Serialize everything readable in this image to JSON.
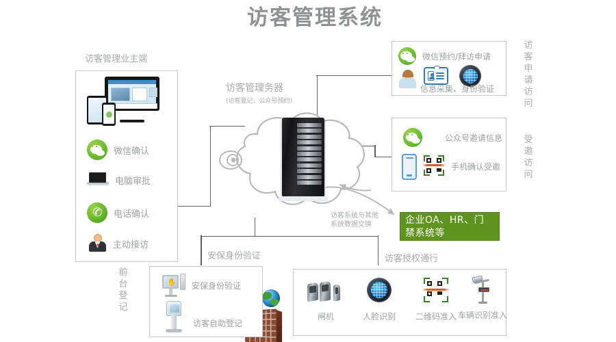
{
  "page": {
    "title": "访客管理系统",
    "background": "#ffffff",
    "title_color": "#8e9293",
    "accent_green": "#5f9420",
    "line_color": "#5a5f60"
  },
  "center": {
    "server_title": "访客管理务器",
    "server_subtitle": "(访客登记、公众号预约)",
    "server_icon": "server-rack-icon",
    "cloud_icon": "cloud-outline",
    "globe_icon": "globe-icon",
    "firewall_icon": "brick-firewall-icon",
    "swirl_icon": "radar-swirl-icon"
  },
  "owner_panel": {
    "caption": "访客管理业主端",
    "devices_icon": "monitor-tablet-phone-devices",
    "items": [
      {
        "label": "微信确认",
        "icon": "wechat-icon"
      },
      {
        "label": "电脑审批",
        "icon": "laptop-icon"
      },
      {
        "label": "电话确认",
        "icon": "green-phone-icon"
      },
      {
        "label": "主动接访",
        "icon": "person-suit-avatar-icon"
      }
    ]
  },
  "visitor_request_panel": {
    "vertical_caption": "访客申请访问",
    "rows": [
      {
        "label": "微信预约/拜访申请",
        "icon": "wechat-icon"
      },
      {
        "label": "信息采集、身份验证",
        "icon": "person-female-avatar-icon",
        "extra_icons": [
          "id-card-icon",
          "face-recognition-icon"
        ]
      }
    ]
  },
  "invited_panel": {
    "vertical_caption": "受邀访问",
    "rows": [
      {
        "label": "公众号邀请信息",
        "icon": "wechat-icon"
      },
      {
        "label": "手机确认受邀",
        "icon": "mobile-phone-icon",
        "extra_icons": [
          "qr-code-icon"
        ]
      }
    ]
  },
  "integration": {
    "arrow_caption_line1": "访客系统与其他",
    "arrow_caption_line2": "系统数据交换",
    "box_line1": "企业OA、HR、门",
    "box_line2": "禁系统等",
    "box_color": "#5f9420"
  },
  "security_section": {
    "caption": "安保身份验证",
    "vertical_caption": "前台登记",
    "items": [
      {
        "label": "安保身份验证",
        "icon": "security-kiosk-icon"
      },
      {
        "label": "访客自助登记",
        "icon": "self-service-terminal-icon"
      }
    ]
  },
  "access_section": {
    "caption": "访客授权通行",
    "items": [
      {
        "label": "闸机",
        "icon": "turnstile-gates-icon"
      },
      {
        "label": "人脸识别",
        "icon": "face-recognition-icon"
      },
      {
        "label": "二维码准入",
        "icon": "qr-code-icon"
      },
      {
        "label": "车辆识别准入",
        "icon": "vehicle-camera-icon"
      }
    ]
  }
}
